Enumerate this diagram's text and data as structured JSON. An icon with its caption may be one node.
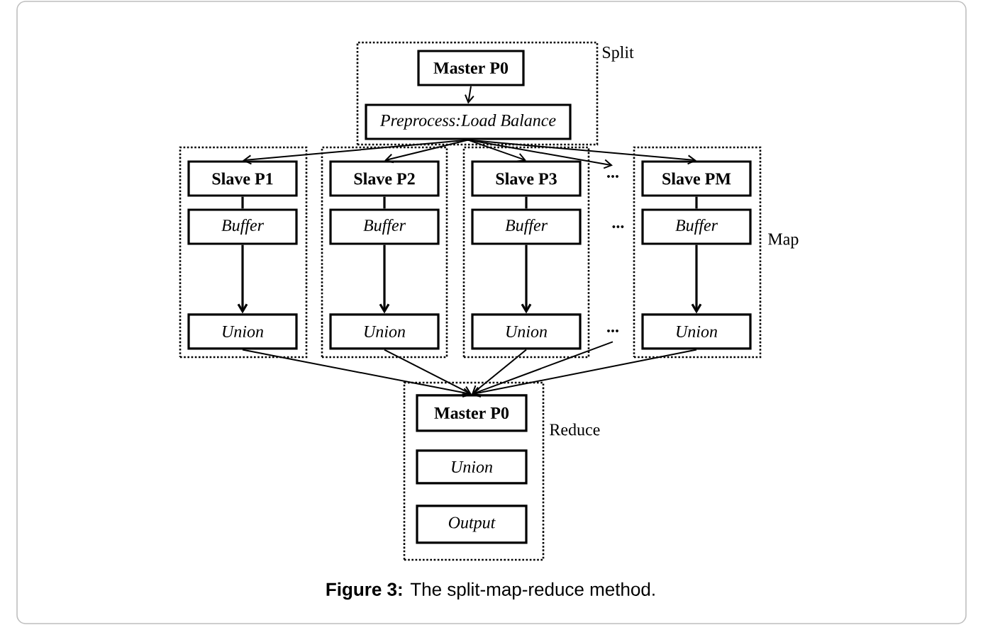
{
  "diagram": {
    "caption": "**Figure 3:** The split-map-reduce method.",
    "nodes": [
      {
        "text": [
          "Split"
        ]
      },
      {
        "text": [
          "Master P0"
        ],
        "in": 0
      },
      {
        "text": [
          "Preprocess:Load Balance"
        ],
        "in": 0
      },
      {
        "text": [],
        "shape": "box"
      },
      {
        "text": [
          "Slave P1"
        ],
        "in": 3
      },
      {
        "text": [
          "Buffer"
        ],
        "in": 3
      },
      {
        "text": [
          "Union"
        ],
        "in": 3
      },
      {
        "text": [],
        "shape": "box"
      },
      {
        "text": [
          "Slave P2"
        ],
        "in": 7
      },
      {
        "text": [
          "Buffer"
        ],
        "in": 7
      },
      {
        "text": [
          "Union"
        ],
        "in": 7
      },
      {
        "text": [],
        "shape": "box"
      },
      {
        "text": [
          "Slave P3"
        ],
        "in": 11
      },
      {
        "text": [
          "Buffer"
        ],
        "in": 11
      },
      {
        "text": [
          "Union"
        ],
        "in": 11
      },
      {
        "text": [],
        "shape": "box"
      },
      {
        "text": [
          "Slave PM"
        ],
        "in": 15
      },
      {
        "text": [
          "Buffer"
        ],
        "in": 15
      },
      {
        "text": [
          "Union"
        ],
        "in": 15
      },
      {
        "text": [
          "Reduce"
        ]
      },
      {
        "text": [
          "Master P0"
        ],
        "in": 19
      },
      {
        "text": [
          "Union"
        ],
        "in": 19
      },
      {
        "text": [
          "Output"
        ],
        "in": 19
      },
      {
        "text": [
          "..."
        ]
      },
      {
        "text": [
          "..."
        ]
      }
    ],
    "edges": [
      {
        "from": 1,
        "to": 2,
        "arrow": "to"
      },
      {
        "from": 2,
        "to": 4,
        "arrow": "to"
      },
      {
        "from": 2,
        "to": 8,
        "arrow": "to"
      },
      {
        "from": 2,
        "to": 12,
        "arrow": "to"
      },
      {
        "from": 2,
        "to": 23,
        "arrow": "to"
      },
      {
        "from": 2,
        "to": 16,
        "arrow": "to"
      },
      {
        "from": 4,
        "to": 5,
        "arrow": "none"
      },
      {
        "from": 5,
        "to": 6,
        "arrow": "to"
      },
      {
        "from": 8,
        "to": 9,
        "arrow": "none"
      },
      {
        "from": 9,
        "to": 10,
        "arrow": "to"
      },
      {
        "from": 12,
        "to": 13,
        "arrow": "none"
      },
      {
        "from": 13,
        "to": 14,
        "arrow": "to"
      },
      {
        "from": 16,
        "to": 17,
        "arrow": "none"
      },
      {
        "from": 17,
        "to": 18,
        "arrow": "to"
      },
      {
        "from": 6,
        "to": 20,
        "arrow": "to"
      },
      {
        "from": 10,
        "to": 20,
        "arrow": "to"
      },
      {
        "from": 14,
        "to": 20,
        "arrow": "to"
      },
      {
        "from": 24,
        "to": 20,
        "arrow": "to"
      },
      {
        "from": 18,
        "to": 20,
        "arrow": "to"
      }
    ],
    "labels": [
      "...",
      "Map"
    ]
  }
}
